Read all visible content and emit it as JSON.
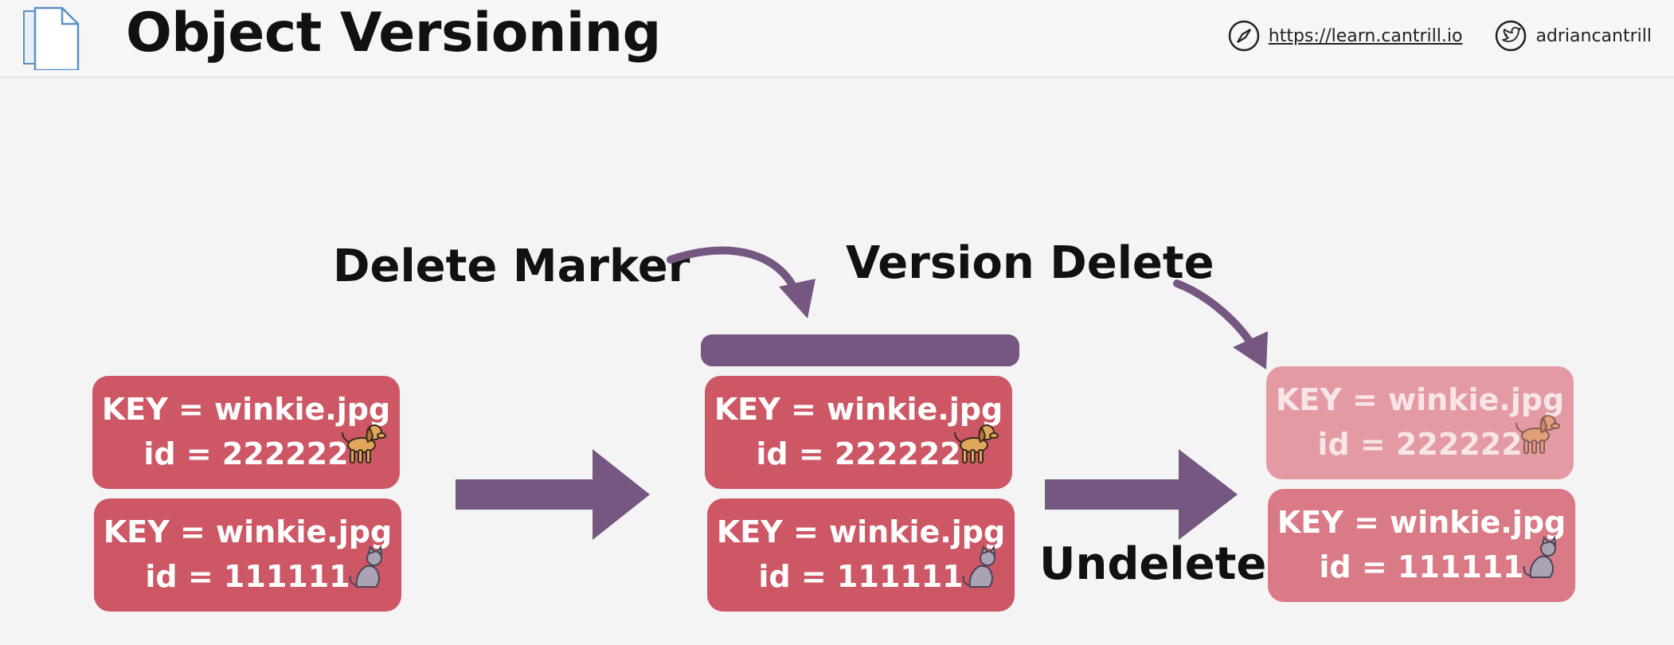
{
  "header": {
    "title": "Object Versioning",
    "website": "https://learn.cantrill.io",
    "twitter": "adriancantrill",
    "icons": {
      "title": "document-stack-icon",
      "website": "compass-icon",
      "twitter": "twitter-bird-icon"
    }
  },
  "labels": {
    "delete_marker": "Delete Marker",
    "version_delete": "Version Delete",
    "undelete": "Undelete"
  },
  "stacks": {
    "initial": [
      {
        "key": "KEY = winkie.jpg",
        "id": "id = 222222",
        "icon": "dog-icon"
      },
      {
        "key": "KEY = winkie.jpg",
        "id": "id = 111111",
        "icon": "cat-icon"
      }
    ],
    "with_marker": [
      {
        "key": "KEY = winkie.jpg",
        "id": "id = 222222",
        "icon": "dog-icon"
      },
      {
        "key": "KEY = winkie.jpg",
        "id": "id = 111111",
        "icon": "cat-icon"
      }
    ],
    "after_version_delete": [
      {
        "key": "KEY = winkie.jpg",
        "id": "id = 222222",
        "icon": "dog-icon",
        "state": "faded"
      },
      {
        "key": "KEY = winkie.jpg",
        "id": "id = 111111",
        "icon": "cat-icon"
      }
    ]
  },
  "colors": {
    "object": "#cd5765",
    "object_faded": "#e49aa3",
    "accent_purple": "#765782",
    "text": "#111111"
  }
}
